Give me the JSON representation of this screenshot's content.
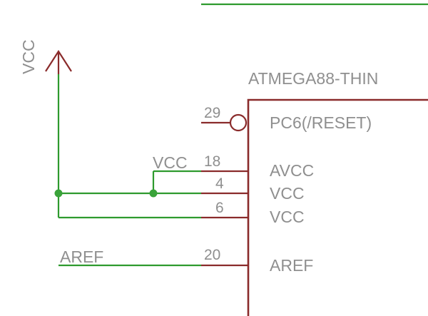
{
  "colors": {
    "wire": "#2e9a2e",
    "part": "#8a2b2b",
    "text": "#8f8f8f",
    "junction": "#3aa33a"
  },
  "part": {
    "name": "ATMEGA88-THIN"
  },
  "supply": {
    "symbol_label": "VCC",
    "net_label_vcc": "VCC",
    "net_label_aref": "AREF"
  },
  "pins": [
    {
      "number": "29",
      "name": "PC6(/RESET)"
    },
    {
      "number": "18",
      "name": "AVCC"
    },
    {
      "number": "4",
      "name": "VCC"
    },
    {
      "number": "6",
      "name": "VCC"
    },
    {
      "number": "20",
      "name": "AREF"
    }
  ]
}
